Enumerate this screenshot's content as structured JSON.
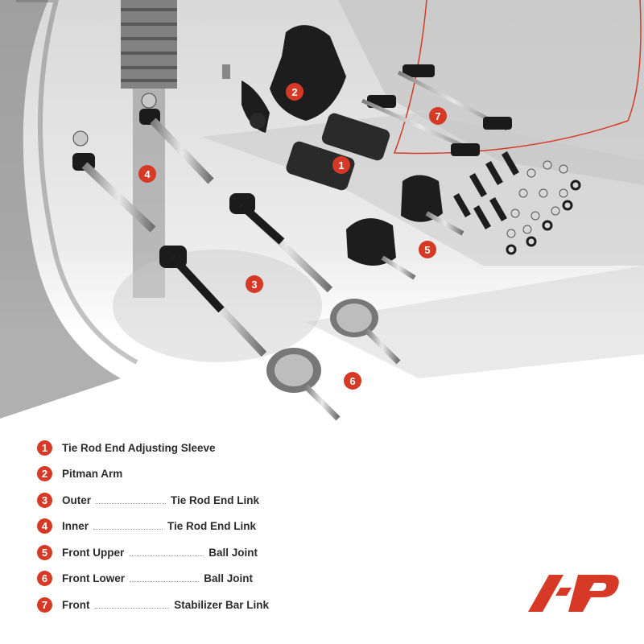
{
  "brand": {
    "accent": "#d63a26"
  },
  "callouts": [
    "1",
    "2",
    "3",
    "4",
    "5",
    "6",
    "7"
  ],
  "legend": [
    {
      "num": "1",
      "label": "Tie Rod End Adjusting Sleeve",
      "right": ""
    },
    {
      "num": "2",
      "label": "Pitman Arm",
      "right": ""
    },
    {
      "num": "3",
      "label": "Outer",
      "right": "Tie Rod End Link"
    },
    {
      "num": "4",
      "label": "Inner",
      "right": "Tie Rod End Link"
    },
    {
      "num": "5",
      "label": "Front Upper",
      "right": "Ball Joint"
    },
    {
      "num": "6",
      "label": "Front Lower",
      "right": "Ball Joint"
    },
    {
      "num": "7",
      "label": "Front",
      "right": "Stabilizer Bar Link"
    }
  ]
}
